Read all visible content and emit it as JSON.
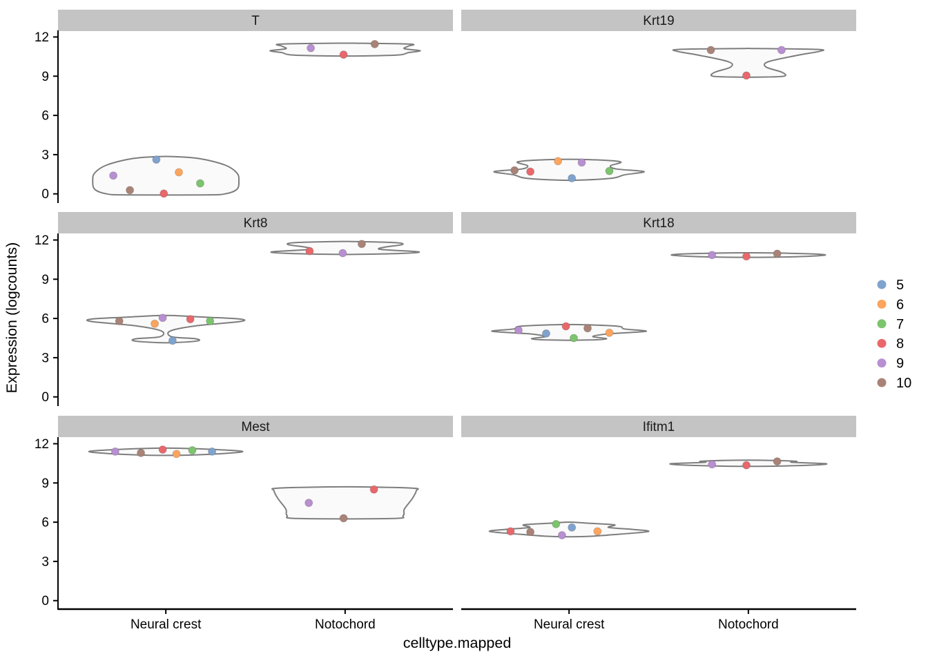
{
  "figure": {
    "y_axis_title": "Expression (logcounts)",
    "x_axis_title": "celltype.mapped",
    "legend": {
      "entries": [
        {
          "label": "5",
          "color": "#7FA3CD"
        },
        {
          "label": "6",
          "color": "#FDA55E"
        },
        {
          "label": "7",
          "color": "#7CC46D"
        },
        {
          "label": "8",
          "color": "#E8686B"
        },
        {
          "label": "9",
          "color": "#B88FD1"
        },
        {
          "label": "10",
          "color": "#A98377"
        }
      ]
    },
    "colors": {
      "strip_bg": "#C4C4C4",
      "violin_fill": "#FAFAFA",
      "violin_stroke": "#7D7D7D",
      "axis": "#000000",
      "text": "#1A1A1A"
    }
  },
  "chart_data": {
    "type": "violin",
    "x": "celltype.mapped",
    "y": "Expression (logcounts)",
    "categories": [
      "Neural crest",
      "Notochord"
    ],
    "y_ticks": [
      0,
      3,
      6,
      9,
      12
    ],
    "ylim": [
      0,
      12
    ],
    "grid": false,
    "legend_position": "right",
    "series_colors": {
      "5": "#7FA3CD",
      "6": "#FDA55E",
      "7": "#7CC46D",
      "8": "#E8686B",
      "9": "#B88FD1",
      "10": "#A98377"
    },
    "facets": [
      {
        "title": "T",
        "groups": [
          {
            "category": "Neural crest",
            "violin_profile": [
              [
                -0.08,
                0.1
              ],
              [
                0.0,
                0.15
              ],
              [
                0.35,
                0.18
              ],
              [
                1.0,
                0.185
              ],
              [
                1.6,
                0.18
              ],
              [
                2.2,
                0.15
              ],
              [
                2.7,
                0.085
              ],
              [
                2.85,
                0.02
              ]
            ],
            "points": [
              {
                "series": "5",
                "x": 0.249,
                "value": 2.62
              },
              {
                "series": "6",
                "x": 0.306,
                "value": 1.65
              },
              {
                "series": "7",
                "x": 0.36,
                "value": 0.8
              },
              {
                "series": "8",
                "x": 0.268,
                "value": 0.02
              },
              {
                "series": "9",
                "x": 0.14,
                "value": 1.4
              },
              {
                "series": "10",
                "x": 0.182,
                "value": 0.28
              }
            ]
          },
          {
            "category": "Notochord",
            "violin_profile": [
              [
                10.55,
                0.04
              ],
              [
                10.62,
                0.135
              ],
              [
                10.8,
                0.16
              ],
              [
                10.95,
                0.19
              ],
              [
                11.1,
                0.15
              ],
              [
                11.3,
                0.16
              ],
              [
                11.45,
                0.165
              ],
              [
                11.52,
                0.03
              ]
            ],
            "points": [
              {
                "series": "8",
                "x": 0.723,
                "value": 10.65
              },
              {
                "series": "9",
                "x": 0.64,
                "value": 11.15
              },
              {
                "series": "10",
                "x": 0.802,
                "value": 11.45
              }
            ]
          }
        ]
      },
      {
        "title": "Krt19",
        "groups": [
          {
            "category": "Neural crest",
            "violin_profile": [
              [
                1.05,
                0.03
              ],
              [
                1.2,
                0.11
              ],
              [
                1.45,
                0.14
              ],
              [
                1.7,
                0.19
              ],
              [
                1.9,
                0.12
              ],
              [
                2.15,
                0.105
              ],
              [
                2.45,
                0.13
              ],
              [
                2.62,
                0.05
              ]
            ],
            "points": [
              {
                "series": "5",
                "x": 0.28,
                "value": 1.2
              },
              {
                "series": "6",
                "x": 0.245,
                "value": 2.5
              },
              {
                "series": "7",
                "x": 0.375,
                "value": 1.75
              },
              {
                "series": "8",
                "x": 0.175,
                "value": 1.7
              },
              {
                "series": "9",
                "x": 0.305,
                "value": 2.4
              },
              {
                "series": "10",
                "x": 0.135,
                "value": 1.8
              }
            ]
          },
          {
            "category": "Notochord",
            "violin_profile": [
              [
                8.93,
                0.03
              ],
              [
                9.0,
                0.09
              ],
              [
                9.3,
                0.085
              ],
              [
                9.7,
                0.045
              ],
              [
                10.1,
                0.05
              ],
              [
                10.6,
                0.125
              ],
              [
                10.9,
                0.18
              ],
              [
                11.05,
                0.175
              ],
              [
                11.12,
                0.02
              ]
            ],
            "points": [
              {
                "series": "8",
                "x": 0.722,
                "value": 9.05
              },
              {
                "series": "9",
                "x": 0.811,
                "value": 11.0
              },
              {
                "series": "10",
                "x": 0.632,
                "value": 11.0
              }
            ]
          }
        ]
      },
      {
        "title": "Krt8",
        "groups": [
          {
            "category": "Neural crest",
            "violin_profile": [
              [
                4.15,
                0.02
              ],
              [
                4.28,
                0.08
              ],
              [
                4.45,
                0.075
              ],
              [
                4.6,
                0.015
              ],
              [
                5.05,
                0.012
              ],
              [
                5.45,
                0.08
              ],
              [
                5.75,
                0.185
              ],
              [
                5.95,
                0.19
              ],
              [
                6.1,
                0.1
              ],
              [
                6.22,
                0.02
              ]
            ],
            "points": [
              {
                "series": "5",
                "x": 0.29,
                "value": 4.3
              },
              {
                "series": "6",
                "x": 0.245,
                "value": 5.6
              },
              {
                "series": "7",
                "x": 0.385,
                "value": 5.8
              },
              {
                "series": "8",
                "x": 0.335,
                "value": 5.95
              },
              {
                "series": "9",
                "x": 0.265,
                "value": 6.05
              },
              {
                "series": "10",
                "x": 0.155,
                "value": 5.8
              }
            ]
          },
          {
            "category": "Notochord",
            "violin_profile": [
              [
                10.9,
                0.03
              ],
              [
                10.98,
                0.15
              ],
              [
                11.1,
                0.185
              ],
              [
                11.28,
                0.09
              ],
              [
                11.45,
                0.1
              ],
              [
                11.65,
                0.145
              ],
              [
                11.8,
                0.125
              ],
              [
                11.88,
                0.02
              ]
            ],
            "points": [
              {
                "series": "8",
                "x": 0.637,
                "value": 11.15
              },
              {
                "series": "9",
                "x": 0.721,
                "value": 11.0
              },
              {
                "series": "10",
                "x": 0.769,
                "value": 11.7
              }
            ]
          }
        ]
      },
      {
        "title": "Krt18",
        "groups": [
          {
            "category": "Neural crest",
            "violin_profile": [
              [
                4.35,
                0.05
              ],
              [
                4.45,
                0.095
              ],
              [
                4.62,
                0.06
              ],
              [
                4.82,
                0.1
              ],
              [
                5.02,
                0.195
              ],
              [
                5.2,
                0.14
              ],
              [
                5.4,
                0.125
              ],
              [
                5.52,
                0.04
              ]
            ],
            "points": [
              {
                "series": "5",
                "x": 0.215,
                "value": 4.85
              },
              {
                "series": "6",
                "x": 0.375,
                "value": 4.9
              },
              {
                "series": "7",
                "x": 0.285,
                "value": 4.5
              },
              {
                "series": "8",
                "x": 0.265,
                "value": 5.4
              },
              {
                "series": "9",
                "x": 0.145,
                "value": 5.1
              },
              {
                "series": "10",
                "x": 0.32,
                "value": 5.25
              }
            ]
          },
          {
            "category": "Notochord",
            "violin_profile": [
              [
                10.68,
                0.05
              ],
              [
                10.74,
                0.14
              ],
              [
                10.85,
                0.195
              ],
              [
                10.95,
                0.15
              ],
              [
                11.02,
                0.04
              ]
            ],
            "points": [
              {
                "series": "8",
                "x": 0.722,
                "value": 10.75
              },
              {
                "series": "9",
                "x": 0.635,
                "value": 10.85
              },
              {
                "series": "10",
                "x": 0.8,
                "value": 10.95
              }
            ]
          }
        ]
      },
      {
        "title": "Mest",
        "groups": [
          {
            "category": "Neural crest",
            "violin_profile": [
              [
                11.12,
                0.04
              ],
              [
                11.22,
                0.13
              ],
              [
                11.4,
                0.195
              ],
              [
                11.55,
                0.13
              ],
              [
                11.66,
                0.03
              ]
            ],
            "points": [
              {
                "series": "5",
                "x": 0.39,
                "value": 11.4
              },
              {
                "series": "6",
                "x": 0.3,
                "value": 11.22
              },
              {
                "series": "7",
                "x": 0.34,
                "value": 11.5
              },
              {
                "series": "8",
                "x": 0.265,
                "value": 11.55
              },
              {
                "series": "9",
                "x": 0.145,
                "value": 11.4
              },
              {
                "series": "10",
                "x": 0.21,
                "value": 11.3
              }
            ]
          },
          {
            "category": "Notochord",
            "violin_profile": [
              [
                6.28,
                0.12
              ],
              [
                6.5,
                0.147
              ],
              [
                7.0,
                0.15
              ],
              [
                7.8,
                0.17
              ],
              [
                8.4,
                0.18
              ],
              [
                8.6,
                0.172
              ],
              [
                8.7,
                0.04
              ]
            ],
            "points": [
              {
                "series": "8",
                "x": 0.8,
                "value": 8.5
              },
              {
                "series": "9",
                "x": 0.635,
                "value": 7.48
              },
              {
                "series": "10",
                "x": 0.723,
                "value": 6.3
              }
            ]
          }
        ]
      },
      {
        "title": "Ifitm1",
        "groups": [
          {
            "category": "Neural crest",
            "violin_profile": [
              [
                4.9,
                0.04
              ],
              [
                5.02,
                0.1
              ],
              [
                5.28,
                0.2
              ],
              [
                5.45,
                0.16
              ],
              [
                5.6,
                0.1
              ],
              [
                5.8,
                0.115
              ],
              [
                5.92,
                0.05
              ],
              [
                6.0,
                0.01
              ]
            ],
            "points": [
              {
                "series": "5",
                "x": 0.28,
                "value": 5.6
              },
              {
                "series": "6",
                "x": 0.345,
                "value": 5.3
              },
              {
                "series": "7",
                "x": 0.24,
                "value": 5.85
              },
              {
                "series": "8",
                "x": 0.125,
                "value": 5.3
              },
              {
                "series": "9",
                "x": 0.255,
                "value": 5.0
              },
              {
                "series": "10",
                "x": 0.175,
                "value": 5.25
              }
            ]
          },
          {
            "category": "Notochord",
            "violin_profile": [
              [
                10.28,
                0.05
              ],
              [
                10.38,
                0.17
              ],
              [
                10.48,
                0.195
              ],
              [
                10.58,
                0.11
              ],
              [
                10.66,
                0.12
              ],
              [
                10.74,
                0.03
              ]
            ],
            "points": [
              {
                "series": "8",
                "x": 0.722,
                "value": 10.36
              },
              {
                "series": "9",
                "x": 0.635,
                "value": 10.42
              },
              {
                "series": "10",
                "x": 0.8,
                "value": 10.65
              }
            ]
          }
        ]
      }
    ]
  }
}
